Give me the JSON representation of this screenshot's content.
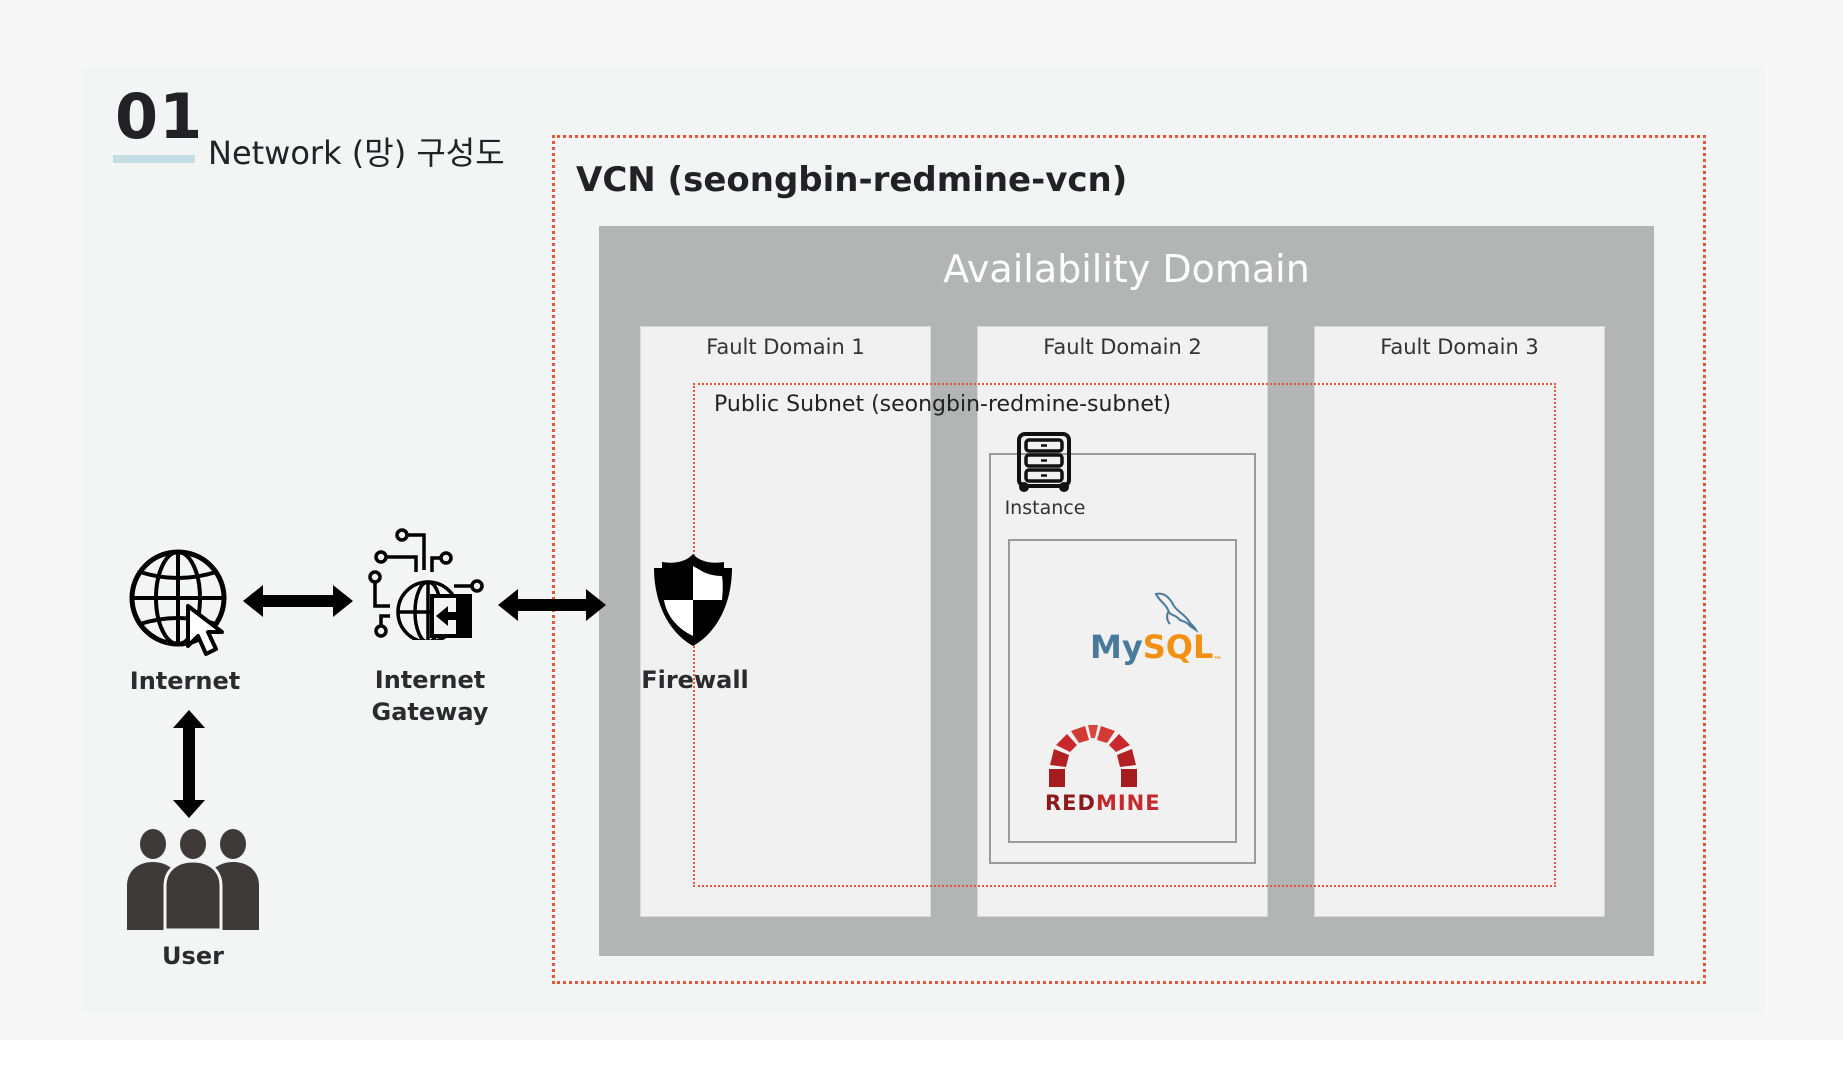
{
  "header": {
    "section_number": "01",
    "section_title": "Network (망) 구성도"
  },
  "vcn": {
    "title": "VCN (seongbin-redmine-vcn)"
  },
  "availability_domain": {
    "title": "Availability Domain"
  },
  "fault_domains": [
    {
      "label": "Fault Domain 1"
    },
    {
      "label": "Fault Domain 2"
    },
    {
      "label": "Fault Domain 3"
    }
  ],
  "subnet": {
    "label": "Public Subnet (seongbin-redmine-subnet)"
  },
  "instance": {
    "label": "Instance",
    "apps": [
      {
        "name": "MySQL",
        "icon": "mysql-logo",
        "text_my": "My",
        "text_sql": "SQL",
        "tm": "™"
      },
      {
        "name": "Redmine",
        "icon": "redmine-logo",
        "text_red": "RED",
        "text_mine": "MINE"
      }
    ]
  },
  "nodes": {
    "internet": {
      "label": "Internet",
      "icon": "globe-cursor-icon"
    },
    "gateway": {
      "label_line1": "Internet",
      "label_line2": "Gateway",
      "icon": "globe-network-gateway-icon"
    },
    "firewall": {
      "label": "Firewall",
      "icon": "shield-icon"
    },
    "user": {
      "label": "User",
      "icon": "users-group-icon"
    }
  },
  "colors": {
    "dotted_border": "#e4553a",
    "ad_gray": "#b3b5b4",
    "underline_accent": "#c5dde5",
    "mysql_blue": "#4a7a9b",
    "mysql_orange": "#f29111",
    "redmine_red": "#b32024"
  }
}
